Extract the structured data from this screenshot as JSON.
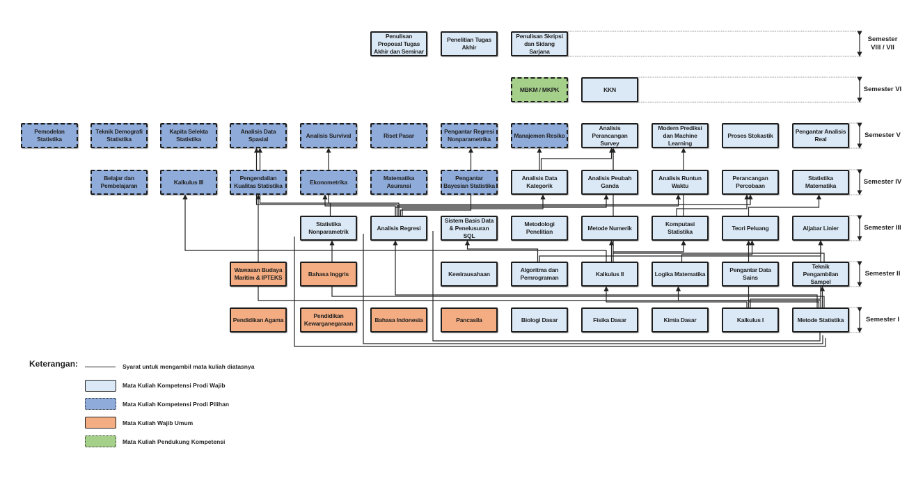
{
  "colors": {
    "wajib": "#dbe9f7",
    "pilihan": "#8fabd9",
    "umum": "#f4ad82",
    "pendukung": "#a5d08a",
    "line": "#222222"
  },
  "semesters": [
    {
      "id": "s8",
      "label": "Semester VIII / VII",
      "line1": "Semester",
      "line2": "VIII / VII"
    },
    {
      "id": "s6",
      "label": "Semester VI",
      "line1": "Semester VI",
      "line2": ""
    },
    {
      "id": "s5",
      "label": "Semester V",
      "line1": "Semester V",
      "line2": ""
    },
    {
      "id": "s4",
      "label": "Semester IV",
      "line1": "Semester IV",
      "line2": ""
    },
    {
      "id": "s3",
      "label": "Semester III",
      "line1": "Semester III",
      "line2": ""
    },
    {
      "id": "s2",
      "label": "Semester II",
      "line1": "Semester II",
      "line2": ""
    },
    {
      "id": "s1",
      "label": "Semester I",
      "line1": "Semester I",
      "line2": ""
    }
  ],
  "courses": [
    {
      "id": "proposal",
      "label": "Penulisan Proposal Tugas Akhir dan Seminar",
      "type": "wajib",
      "semester": "s8"
    },
    {
      "id": "penelitian_ta",
      "label": "Penelitian Tugas Akhir",
      "type": "wajib",
      "semester": "s8"
    },
    {
      "id": "skripsi",
      "label": "Penulisan Skripsi dan Sidang Sarjana",
      "type": "wajib",
      "semester": "s8"
    },
    {
      "id": "mbkm",
      "label": "MBKM / MKPK",
      "type": "pendukung",
      "semester": "s6"
    },
    {
      "id": "kkn",
      "label": "KKN",
      "type": "wajib",
      "semester": "s6"
    },
    {
      "id": "pemodelan",
      "label": "Pemodelan Statistika",
      "type": "pilihan",
      "semester": "s5"
    },
    {
      "id": "demografi",
      "label": "Teknik Demografi Statistika",
      "type": "pilihan",
      "semester": "s5"
    },
    {
      "id": "kapita",
      "label": "Kapita Selekta Statistika",
      "type": "pilihan",
      "semester": "s5"
    },
    {
      "id": "spasial",
      "label": "Analisis Data Spasial",
      "type": "pilihan",
      "semester": "s5"
    },
    {
      "id": "survival",
      "label": "Analisis Survival",
      "type": "pilihan",
      "semester": "s5"
    },
    {
      "id": "riset_pasar",
      "label": "Riset Pasar",
      "type": "pilihan",
      "semester": "s5"
    },
    {
      "id": "regresi_np",
      "label": "Pengantar Regresi Nonparametrika",
      "type": "pilihan",
      "semester": "s5"
    },
    {
      "id": "manajemen_resiko",
      "label": "Manajemen Resiko",
      "type": "pilihan",
      "semester": "s5"
    },
    {
      "id": "survey",
      "label": "Analisis Perancangan Survey",
      "type": "wajib",
      "semester": "s5"
    },
    {
      "id": "ml",
      "label": "Modern Prediksi dan Machine Learning",
      "type": "wajib",
      "semester": "s5"
    },
    {
      "id": "stokastik",
      "label": "Proses Stokastik",
      "type": "wajib",
      "semester": "s5"
    },
    {
      "id": "analisis_real",
      "label": "Pengantar Analisis Real",
      "type": "wajib",
      "semester": "s5"
    },
    {
      "id": "belajar",
      "label": "Belajar dan Pembelajaran",
      "type": "pilihan",
      "semester": "s4"
    },
    {
      "id": "kalkulus3",
      "label": "Kalkulus III",
      "type": "pilihan",
      "semester": "s4"
    },
    {
      "id": "kualitas",
      "label": "Pengendalian Kualitas Statistika",
      "type": "pilihan",
      "semester": "s4"
    },
    {
      "id": "ekonometrika",
      "label": "Ekonometrika",
      "type": "pilihan",
      "semester": "s4"
    },
    {
      "id": "asuransi",
      "label": "Matematika Asuransi",
      "type": "pilihan",
      "semester": "s4"
    },
    {
      "id": "bayesian",
      "label": "Pengantar Bayesian Statistika",
      "type": "pilihan",
      "semester": "s4"
    },
    {
      "id": "kategorik",
      "label": "Analisis Data Kategorik",
      "type": "wajib",
      "semester": "s4"
    },
    {
      "id": "peubah_ganda",
      "label": "Analisis Peubah Ganda",
      "type": "wajib",
      "semester": "s4"
    },
    {
      "id": "runtun_waktu",
      "label": "Analisis Runtun Waktu",
      "type": "wajib",
      "semester": "s4"
    },
    {
      "id": "percobaan",
      "label": "Perancangan Percobaan",
      "type": "wajib",
      "semester": "s4"
    },
    {
      "id": "stat_matematika",
      "label": "Statistika Matematika",
      "type": "wajib",
      "semester": "s4"
    },
    {
      "id": "nonparametrik",
      "label": "Statistika Nonparametrik",
      "type": "wajib",
      "semester": "s3"
    },
    {
      "id": "regresi",
      "label": "Analisis Regresi",
      "type": "wajib",
      "semester": "s3"
    },
    {
      "id": "sql",
      "label": "Sistem Basis Data & Penelusuran SQL",
      "type": "wajib",
      "semester": "s3"
    },
    {
      "id": "metpen",
      "label": "Metodologi Penelitian",
      "type": "wajib",
      "semester": "s3"
    },
    {
      "id": "numerik",
      "label": "Metode Numerik",
      "type": "wajib",
      "semester": "s3"
    },
    {
      "id": "komputasi",
      "label": "Komputasi Statistika",
      "type": "wajib",
      "semester": "s3"
    },
    {
      "id": "peluang",
      "label": "Teori Peluang",
      "type": "wajib",
      "semester": "s3"
    },
    {
      "id": "aljabar",
      "label": "Aljabar Linier",
      "type": "wajib",
      "semester": "s3"
    },
    {
      "id": "wawasan",
      "label": "Wawasan Budaya Maritim & IPTEKS",
      "type": "umum",
      "semester": "s2"
    },
    {
      "id": "inggris",
      "label": "Bahasa Inggris",
      "type": "umum",
      "semester": "s2"
    },
    {
      "id": "kewirausahaan",
      "label": "Kewirausahaan",
      "type": "wajib",
      "semester": "s2"
    },
    {
      "id": "algoritma",
      "label": "Algoritma dan Pemrograman",
      "type": "wajib",
      "semester": "s2"
    },
    {
      "id": "kalkulus2",
      "label": "Kalkulus II",
      "type": "wajib",
      "semester": "s2"
    },
    {
      "id": "logika",
      "label": "Logika Matematika",
      "type": "wajib",
      "semester": "s2"
    },
    {
      "id": "data_sains",
      "label": "Pengantar Data Sains",
      "type": "wajib",
      "semester": "s2"
    },
    {
      "id": "sampel",
      "label": "Teknik Pengambilan Sampel",
      "type": "wajib",
      "semester": "s2"
    },
    {
      "id": "agama",
      "label": "Pendidikan Agama",
      "type": "umum",
      "semester": "s1"
    },
    {
      "id": "kewarganegaraan",
      "label": "Pendidikan Kewarganegaraan",
      "type": "umum",
      "semester": "s1"
    },
    {
      "id": "indonesia",
      "label": "Bahasa Indonesia",
      "type": "umum",
      "semester": "s1"
    },
    {
      "id": "pancasila",
      "label": "Pancasila",
      "type": "umum",
      "semester": "s1"
    },
    {
      "id": "biologi",
      "label": "Biologi Dasar",
      "type": "wajib",
      "semester": "s1"
    },
    {
      "id": "fisika",
      "label": "Fisika Dasar",
      "type": "wajib",
      "semester": "s1"
    },
    {
      "id": "kimia",
      "label": "Kimia Dasar",
      "type": "wajib",
      "semester": "s1"
    },
    {
      "id": "kalkulus1",
      "label": "Kalkulus I",
      "type": "wajib",
      "semester": "s1"
    },
    {
      "id": "metstat",
      "label": "Metode Statistika",
      "type": "wajib",
      "semester": "s1"
    }
  ],
  "prerequisites": [
    {
      "from": "kalkulus1",
      "to": "kalkulus2"
    },
    {
      "from": "kalkulus1",
      "to": "logika"
    },
    {
      "from": "kalkulus1",
      "to": "aljabar"
    },
    {
      "from": "metstat",
      "to": "sampel"
    },
    {
      "from": "metstat",
      "to": "nonparametrik"
    },
    {
      "from": "metstat",
      "to": "regresi"
    },
    {
      "from": "metstat",
      "to": "peluang"
    },
    {
      "from": "metstat",
      "to": "kualitas"
    },
    {
      "from": "kalkulus2",
      "to": "numerik"
    },
    {
      "from": "kalkulus2",
      "to": "komputasi"
    },
    {
      "from": "kalkulus2",
      "to": "kalkulus3"
    },
    {
      "from": "algoritma",
      "to": "sql"
    },
    {
      "from": "algoritma",
      "to": "aljabar"
    },
    {
      "from": "logika",
      "to": "peluang"
    },
    {
      "from": "sampel",
      "to": "survey"
    },
    {
      "from": "regresi",
      "to": "ekonometrika"
    },
    {
      "from": "regresi",
      "to": "spasial"
    },
    {
      "from": "regresi",
      "to": "survival"
    },
    {
      "from": "regresi",
      "to": "regresi_np"
    },
    {
      "from": "regresi",
      "to": "kategorik"
    },
    {
      "from": "regresi",
      "to": "peubah_ganda"
    },
    {
      "from": "regresi",
      "to": "runtun_waktu"
    },
    {
      "from": "regresi",
      "to": "percobaan"
    },
    {
      "from": "nonparametrik",
      "to": "spasial"
    },
    {
      "from": "komputasi",
      "to": "ml"
    },
    {
      "from": "komputasi",
      "to": "percobaan"
    },
    {
      "from": "peluang",
      "to": "stat_matematika"
    },
    {
      "from": "kategorik",
      "to": "manajemen_resiko"
    },
    {
      "from": "kategorik",
      "to": "survey"
    },
    {
      "from": "peubah_ganda",
      "to": "survey"
    }
  ],
  "legend": {
    "title": "Keterangan:",
    "items": [
      {
        "kind": "line",
        "label": "Syarat untuk mengambil mata kuliah diatasnya"
      },
      {
        "kind": "wajib",
        "label": "Mata Kuliah Kompetensi Prodi Wajib"
      },
      {
        "kind": "pilihan",
        "label": "Mata Kuliah Kompetensi Prodi Pilihan"
      },
      {
        "kind": "umum",
        "label": "Mata Kuliah Wajib Umum"
      },
      {
        "kind": "pendukung",
        "label": "Mata Kuliah Pendukung Kompetensi"
      }
    ]
  }
}
